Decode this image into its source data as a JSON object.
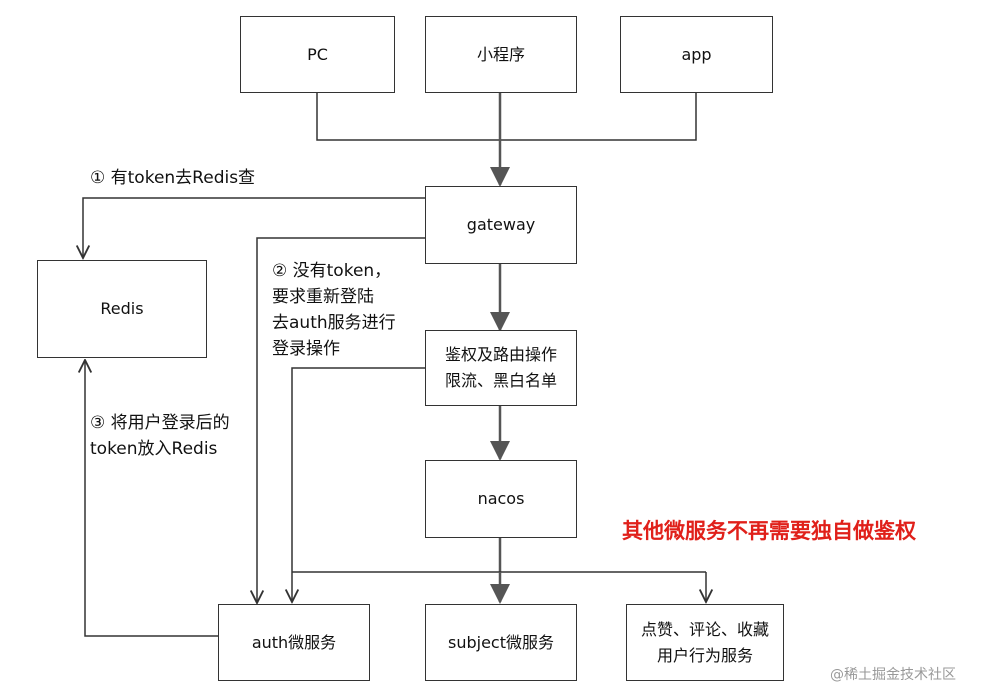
{
  "nodes": {
    "pc": "PC",
    "miniprogram": "小程序",
    "app": "app",
    "gateway": "gateway",
    "redis": "Redis",
    "auth_routing": "鉴权及路由操作\n限流、黑白名单",
    "nacos": "nacos",
    "auth_service": "auth微服务",
    "subject_service": "subject微服务",
    "behavior_service": "点赞、评论、收藏\n用户行为服务"
  },
  "notes": {
    "step1": "① 有token去Redis查",
    "step2": "② 没有token，\n要求重新登陆\n去auth服务进行\n登录操作",
    "step3": "③ 将用户登录后的\ntoken放入Redis",
    "highlight": "其他微服务不再需要独自做鉴权"
  },
  "watermark": "@稀土掘金技术社区",
  "colors": {
    "line": "#333333",
    "arrow": "#555555",
    "highlight": "#e0201a"
  }
}
